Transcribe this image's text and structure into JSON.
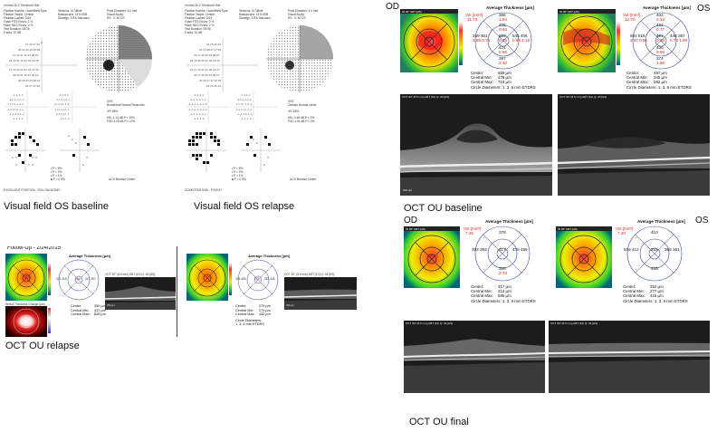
{
  "captions": {
    "vf_os_baseline": "Visual field OS baseline",
    "vf_os_relapse": "Visual field OS relapse",
    "oct_ou_baseline": "OCT OU baseline",
    "oct_ou_relapse": "OCT OU relapse",
    "oct_ou_final": "OCT OU final"
  },
  "visual_field": {
    "title": "Central 30-2 Threshold Test",
    "baseline_footer": "EXCELLENT POSITION - FELLOW MODE?",
    "relapse_footer": "GOOD POSITION - FOVEA?",
    "center_label": "UCH Medical Center"
  },
  "oct_baseline": {
    "od_label": "OD",
    "os_label": "OS",
    "heading": "Average Thickness [µm]",
    "vol_label": "Vol [mm³]",
    "od": {
      "vol": "11.72",
      "center": "659 µm",
      "central_min": "478 µm",
      "central_max": "715 µm",
      "grid_top": "365",
      "grid_mid": "405",
      "grid_left": "349 461",
      "grid_center": "626",
      "grid_right": "545 406",
      "grid_low": "424",
      "grid_bottom": "397",
      "vol_top": "1.94",
      "vol_mid": "0.64",
      "vol_left": "1.85 0.75",
      "vol_center": "0.49",
      "vol_right": "0.86 2.16",
      "vol_low": "0.66",
      "vol_bottom": "2.10"
    },
    "os": {
      "vol": "12.70",
      "center": "497 µm",
      "central_min": "345 µm",
      "central_max": "582 µm",
      "grid_top": "402",
      "grid_mid": "493",
      "grid_left": "504 516",
      "grid_center": "491",
      "grid_right": "446 357",
      "grid_low": "436",
      "grid_bottom": "374",
      "vol_top": "2.13",
      "vol_mid": "0.77",
      "vol_left": "2.67 0.81",
      "vol_center": "0.39",
      "vol_right": "0.70 1.89",
      "vol_low": "0.69",
      "vol_bottom": "1.98"
    },
    "stat_labels": {
      "center": "Center:",
      "central_min": "Central Min:",
      "central_max": "Central Max:",
      "diameters": "Circle Diameters: 1, 3, 6 mm ETDRS"
    },
    "scan_od_label": "OCT 30° (8.5 mm) ART (10) Q: 30 [HS]",
    "scan_os_label": "OCT 30° (8.5 mm) ART (10) Q: 30 [HS]",
    "scale_label": "200 µm"
  },
  "oct_relapse": {
    "follow_up": "Follow-Up - 2/24/2015",
    "heading": "Average Thickness [µm]",
    "change_label": "Retina Thickness Change [µm]",
    "od": {
      "center": "350 µm",
      "central_min": "437 µm",
      "central_max": "806 µm",
      "grid_left": "321 418",
      "grid_right": "447 357",
      "grid_center": "350"
    },
    "os": {
      "center": "279 µm",
      "central_min": "279 µm",
      "central_max": "432 µm",
      "grid_left": "378 465",
      "grid_right": "387 346",
      "grid_center": "279"
    },
    "stat_labels": {
      "center": "Center:",
      "central_min": "Central Min:",
      "central_max": "Central Max:",
      "diameters": "Circle Diameters:",
      "etdrs": "1, 3, 6 mm ETDRS"
    },
    "scan_label": "OCT 30° (8.5 mm) ART (10) Q: 36 [HS]",
    "scale_label": "200 µm"
  },
  "oct_final": {
    "od_label": "OD",
    "os_label": "OS",
    "heading": "Average Thickness [µm]",
    "vol_label": "Vol [mm³]",
    "od": {
      "vol": "7.45",
      "center": "417 µm",
      "central_min": "313 µm",
      "central_max": "586 µm",
      "grid_top": "378",
      "grid_left": "353 393",
      "grid_center": "417",
      "grid_right": "475 459",
      "grid_bottom": "326",
      "vol_bottom": "2.73"
    },
    "os": {
      "vol": "7.40",
      "center": "252 µm",
      "central_min": "277 µm",
      "central_max": "415 µm",
      "grid_top": "410",
      "grid_left": "518 412",
      "grid_center": "252",
      "grid_right": "368 361",
      "grid_bottom": "405"
    },
    "stat_labels": {
      "center": "Center:",
      "central_min": "Central Min:",
      "central_max": "Central Max:",
      "diameters": "Circle Diameters: 1, 3, 6 mm ETDRS"
    },
    "scan_label": "OCT 30° (8.5 mm) ART (10) Q: 36 [HS]"
  },
  "colors": {
    "red_text": "#d42020",
    "blue_circle": "#3344aa",
    "scan_bg": "#1c1c1c"
  }
}
